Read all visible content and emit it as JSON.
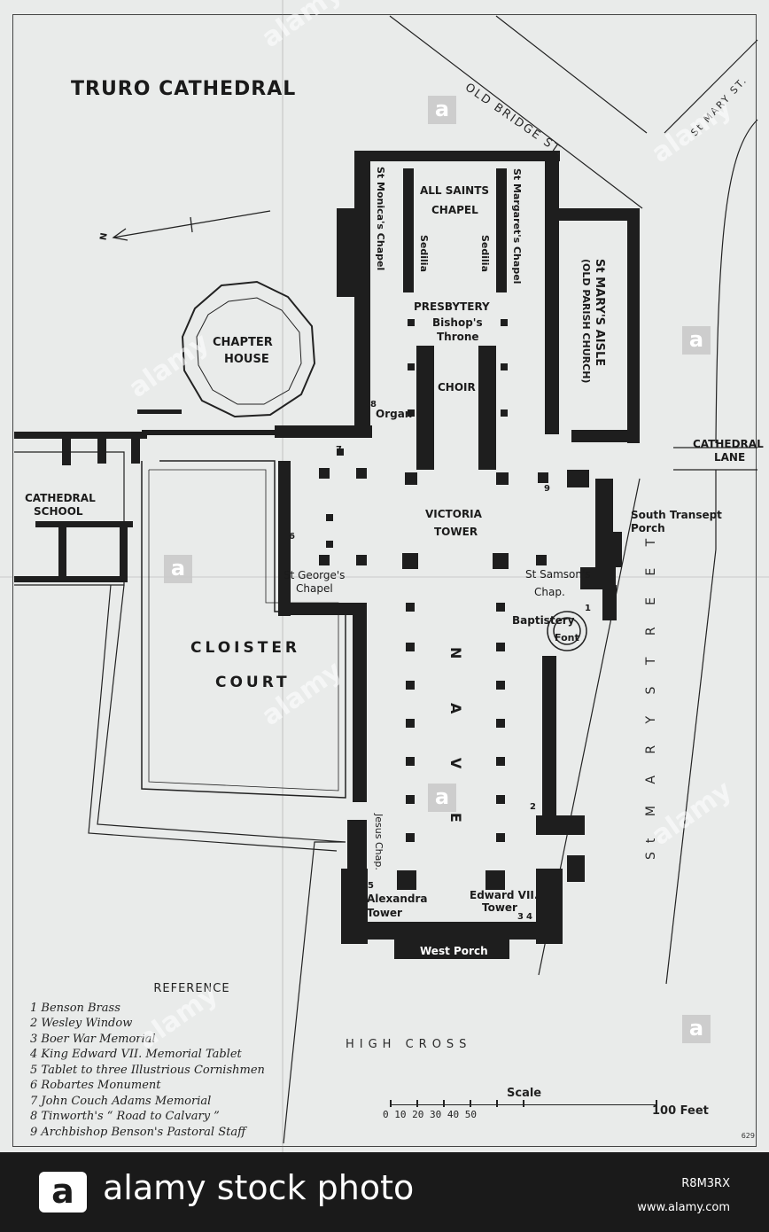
{
  "map": {
    "title": "TRURO CATHEDRAL",
    "streets": {
      "old_bridge_st": "OLD BRIDGE ST.",
      "st_mary_st": "St MARY ST.",
      "cathedral_lane_line1": "CATHEDRAL",
      "cathedral_lane_line2": "LANE",
      "st_mary_street": "St  M A R Y   S T R E E T",
      "high_cross": "HIGH  CROSS"
    },
    "areas": {
      "chapter_house_line1": "CHAPTER",
      "chapter_house_line2": "HOUSE",
      "cathedral_school_line1": "CATHEDRAL",
      "cathedral_school_line2": "SCHOOL",
      "cloister_line1": "CLOISTER",
      "cloister_line2": "COURT",
      "all_saints_line1": "ALL SAINTS",
      "all_saints_line2": "CHAPEL",
      "st_monicas": "St Monica's Chapel",
      "st_margarets": "St Margaret's Chapel",
      "sedilia_left": "Sedilia",
      "sedilia_right": "Sedilia",
      "presbytery": "PRESBYTERY",
      "bishops_throne_line1": "Bishop's",
      "bishops_throne_line2": "Throne",
      "choir": "CHOIR",
      "organ": "Organ",
      "st_marys_aisle": "St MARY'S AISLE",
      "old_parish_church": "(OLD PARISH CHURCH)",
      "victoria_tower_line1": "VICTORIA",
      "victoria_tower_line2": "TOWER",
      "south_transept_line1": "South Transept",
      "south_transept_line2": "Porch",
      "st_georges_line1": "St George's",
      "st_georges_line2": "Chapel",
      "st_samsons_line1": "St Samson's",
      "st_samsons_line2": "Chap.",
      "baptistery": "Baptistery",
      "font": "Font",
      "nave": "N A V E",
      "jesus_chap": "Jesus Chap.",
      "alexandra_line1": "Alexandra",
      "alexandra_line2": "Tower",
      "edward_line1": "Edward VII.",
      "edward_line2": "Tower",
      "west_porch": "West Porch"
    },
    "markers": {
      "m1": "1",
      "m2": "2",
      "m3": "3",
      "m4": "4",
      "m5": "5",
      "m6": "6",
      "m7": "7",
      "m8": "8",
      "m9": "9"
    },
    "north_arrow_label": "N",
    "reference": {
      "heading": "REFERENCE",
      "items": [
        "1 Benson Brass",
        "2 Wesley Window",
        "3 Boer War Memorial",
        "4 King Edward VII. Memorial Tablet",
        "5 Tablet to three Illustrious Cornishmen",
        "6 Robartes Monument",
        "7 John Couch Adams Memorial",
        "8 Tinworth's “ Road to Calvary ”",
        "9 Archbishop Benson's Pastoral Staff"
      ]
    },
    "scale": {
      "title": "Scale",
      "numbers": "0  10  20  30  40  50",
      "end_label": "100 Feet"
    },
    "plate_number": "629"
  },
  "watermark": {
    "word": "alamy",
    "icon_letter": "a"
  },
  "banner": {
    "logo_letter": "a",
    "text": "alamy stock photo",
    "image_id": "R8M3RX",
    "url": "www.alamy.com"
  },
  "colors": {
    "paper": "#e9ebea",
    "ink": "#1b1b1b",
    "banner": "#1a1a1a"
  }
}
